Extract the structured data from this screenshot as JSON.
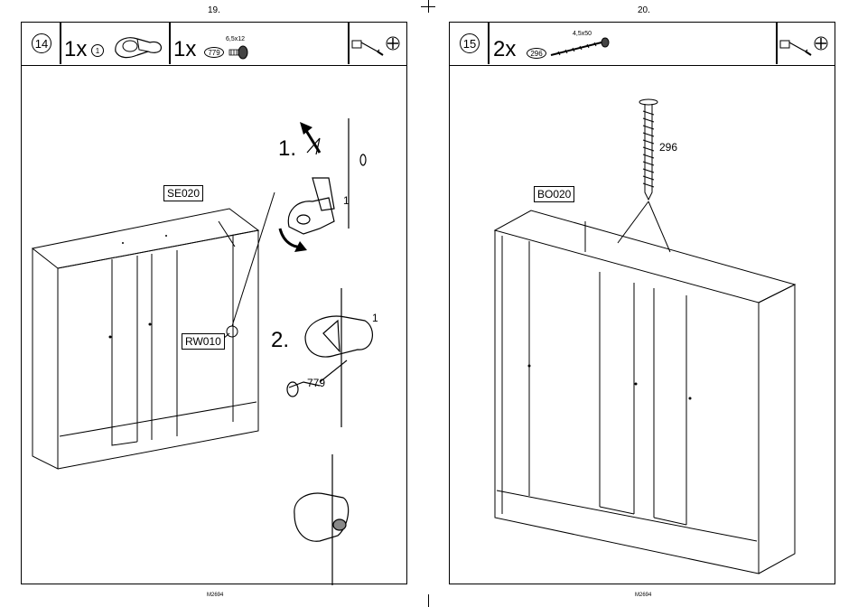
{
  "left_page": {
    "page_number": "19.",
    "footer_code": "M2694",
    "step": "14",
    "parts": [
      {
        "quantity": "1x",
        "part_id": "1"
      },
      {
        "quantity": "1x",
        "part_id": "779",
        "dimension": "6,5x12"
      }
    ],
    "callouts": {
      "top_panel": "SE020",
      "back_wall": "RW010"
    },
    "detail_labels": {
      "substep_1": "1.",
      "substep_2": "2.",
      "part_1": "1",
      "part_2": "1",
      "screw": "779"
    }
  },
  "right_page": {
    "page_number": "20.",
    "footer_code": "M2694",
    "step": "15",
    "parts": [
      {
        "quantity": "2x",
        "part_id": "296",
        "dimension": "4,5x50"
      }
    ],
    "callouts": {
      "top_panel": "BO020"
    },
    "detail_labels": {
      "screw": "296"
    }
  },
  "icons": [
    "screwdriver-icon",
    "phillips-head-icon"
  ]
}
